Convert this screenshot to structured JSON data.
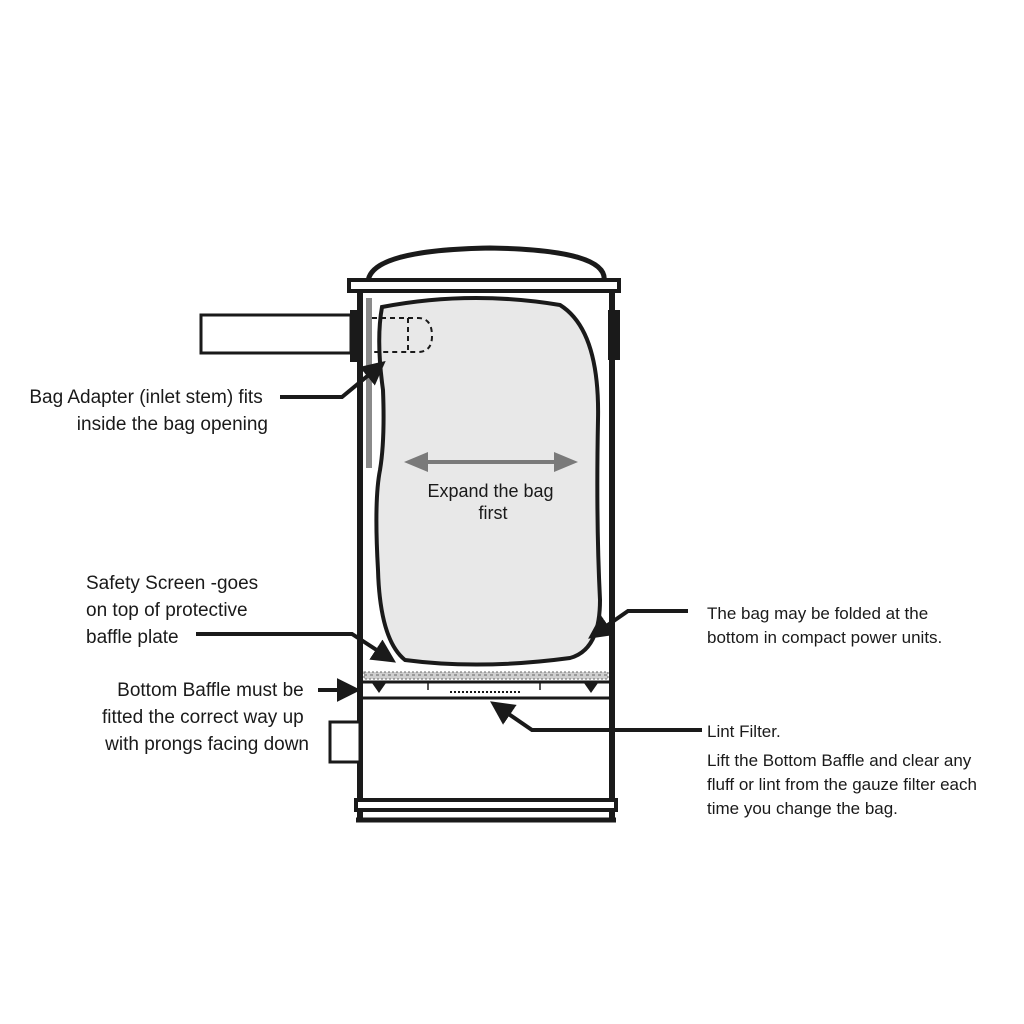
{
  "labels": {
    "bag_adapter": [
      "Bag Adapter (inlet stem) fits",
      "inside the bag opening"
    ],
    "expand_bag": [
      "Expand the bag",
      "first"
    ],
    "safety_screen": [
      "Safety Screen -goes",
      "on top of protective",
      "baffle plate"
    ],
    "bottom_baffle": [
      "Bottom Baffle must be",
      "fitted the correct way up",
      "with prongs facing down"
    ],
    "bag_folded": [
      "The bag may be folded at the",
      "bottom in compact power units."
    ],
    "lint_filter": [
      "Lint Filter."
    ],
    "lint_instructions": [
      "Lift the Bottom Baffle and clear any",
      "fluff or lint from the gauze filter each",
      "time you change the bag."
    ]
  },
  "colors": {
    "outline": "#1a1a1a",
    "bag_fill": "#e8e8e8",
    "arrow_grey": "#7a7a7a",
    "screen_grey": "#9a9a9a"
  }
}
